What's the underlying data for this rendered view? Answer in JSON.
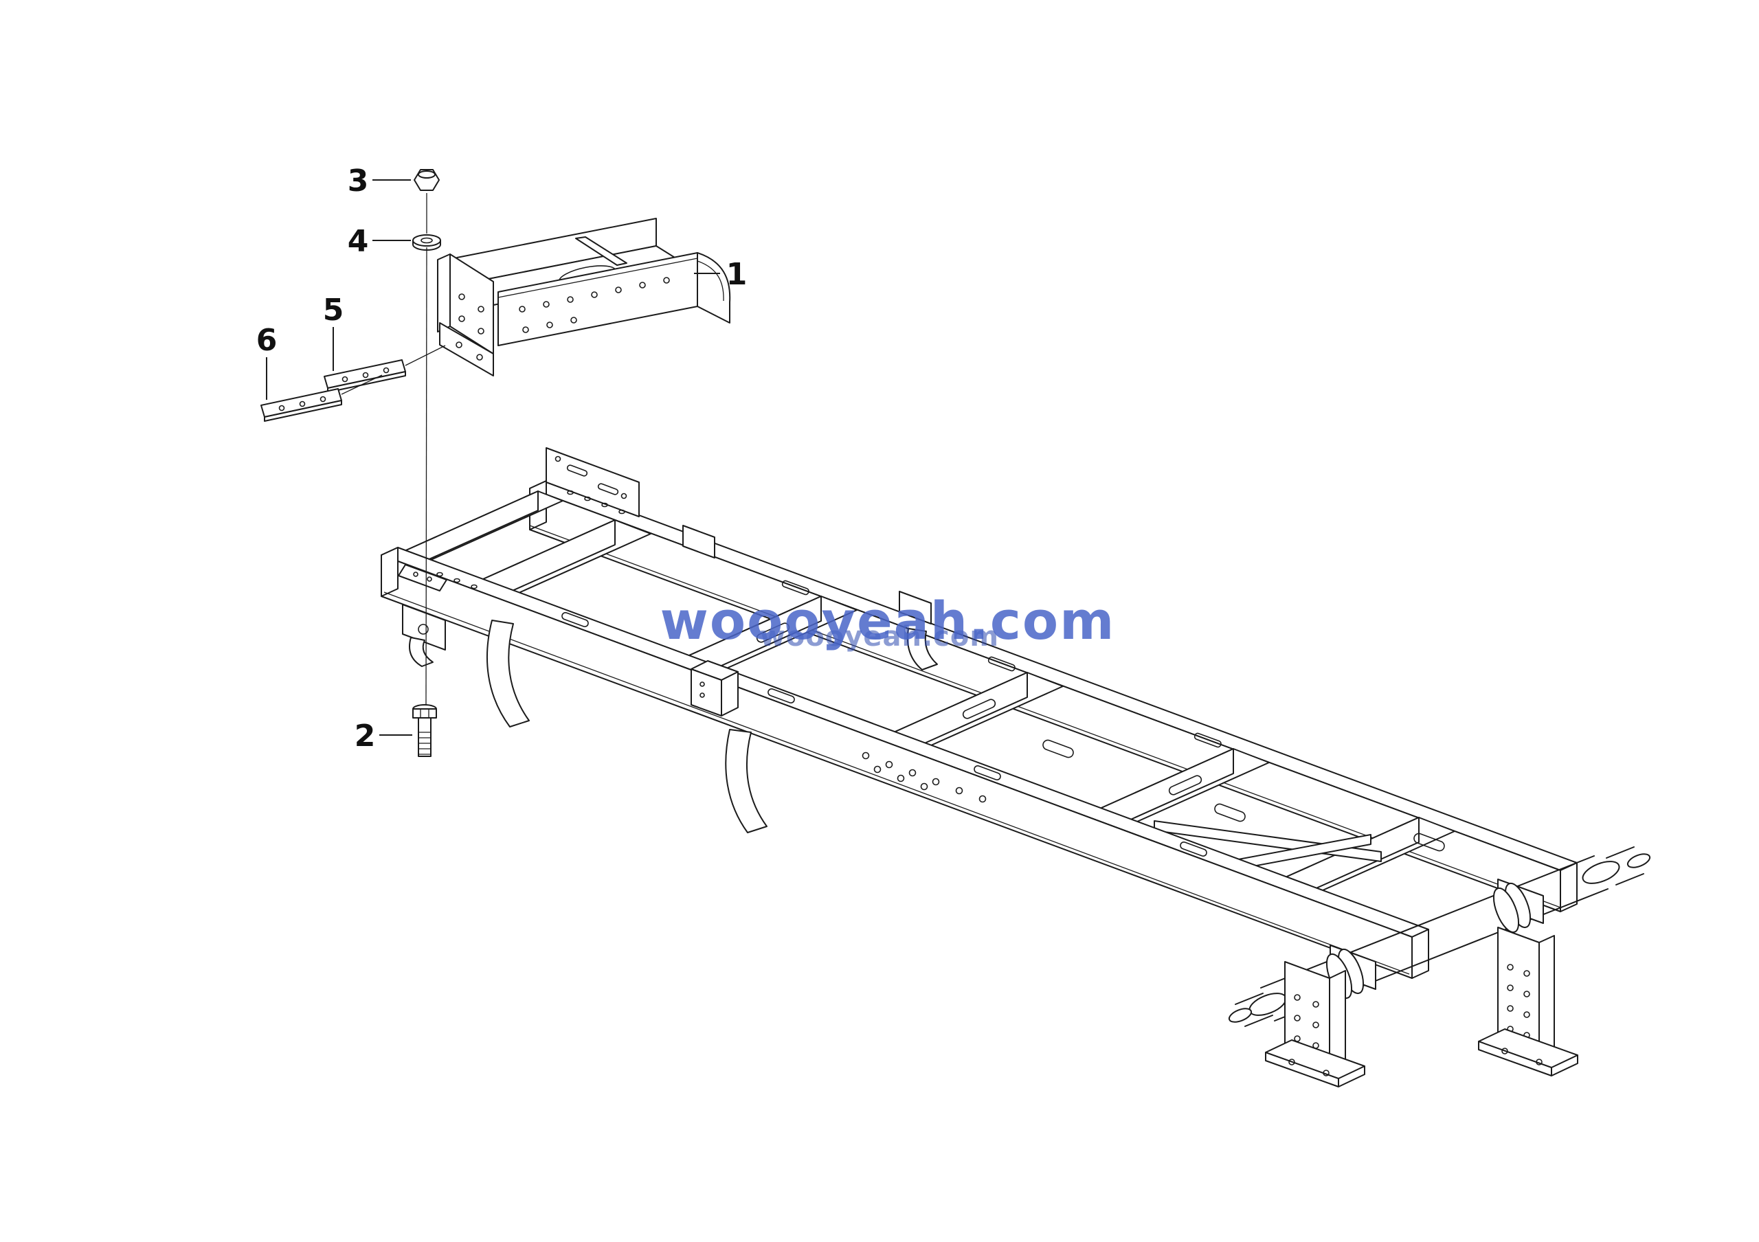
{
  "diagram": {
    "background_color": "#ffffff",
    "line_color": "#1b1b1b",
    "callouts": [
      {
        "number": "1"
      },
      {
        "number": "2"
      },
      {
        "number": "3"
      },
      {
        "number": "4"
      },
      {
        "number": "5"
      },
      {
        "number": "6"
      }
    ],
    "watermark": {
      "text": "woooyeah.com",
      "color": "#4a66c8",
      "echo_color": "#2f4cb0"
    }
  }
}
